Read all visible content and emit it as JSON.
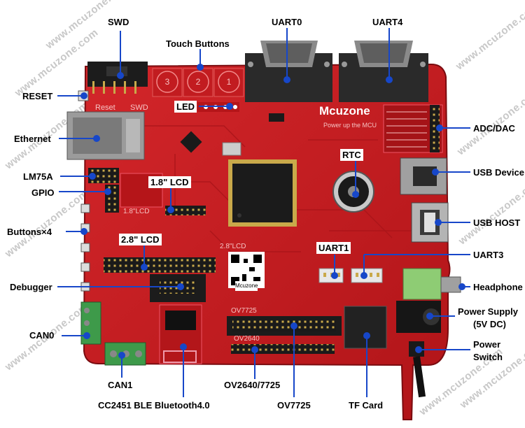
{
  "watermark": "www.mcuzone.com",
  "board": {
    "brand": "Mcuzone",
    "tagline": "Power up the MCU",
    "touch_keys": [
      "3",
      "2",
      "1"
    ],
    "silk": {
      "reset": "Reset",
      "swd": "SWD",
      "lcd18": "1.8\"LCD",
      "lcd28": "2.8\"LCD",
      "ov7725": "OV7725",
      "ov2640": "OV2640",
      "qr": "Mcuzone"
    }
  },
  "labels": {
    "swd": "SWD",
    "touch": "Touch Buttons",
    "uart0": "UART0",
    "uart4": "UART4",
    "reset": "RESET",
    "led": "LED",
    "ethernet": "Ethernet",
    "adc": "ADC/DAC",
    "rtc": "RTC",
    "lm75a": "LM75A",
    "usb_device": "USB Device",
    "lcd18": "1.8\" LCD",
    "gpio": "GPIO",
    "usb_host": "USB HOST",
    "buttons": "Buttons×4",
    "lcd28": "2.8\" LCD",
    "uart1": "UART1",
    "uart3": "UART3",
    "debugger": "Debugger",
    "headphone": "Headphone",
    "power_supply": "Power Supply",
    "power_supply_2": "(5V DC)",
    "power_switch": "Power",
    "power_switch_2": "Switch",
    "can0": "CAN0",
    "can1": "CAN1",
    "ov2640_7725": "OV2640/7725",
    "ov7725": "OV7725",
    "tf_card": "TF Card",
    "ble": "CC2451 BLE Bluetooth4.0"
  },
  "colors": {
    "pcb": "#c81a1e",
    "pcb_dark": "#8c0f12",
    "arrow": "#1747c9",
    "label": "#000000"
  }
}
